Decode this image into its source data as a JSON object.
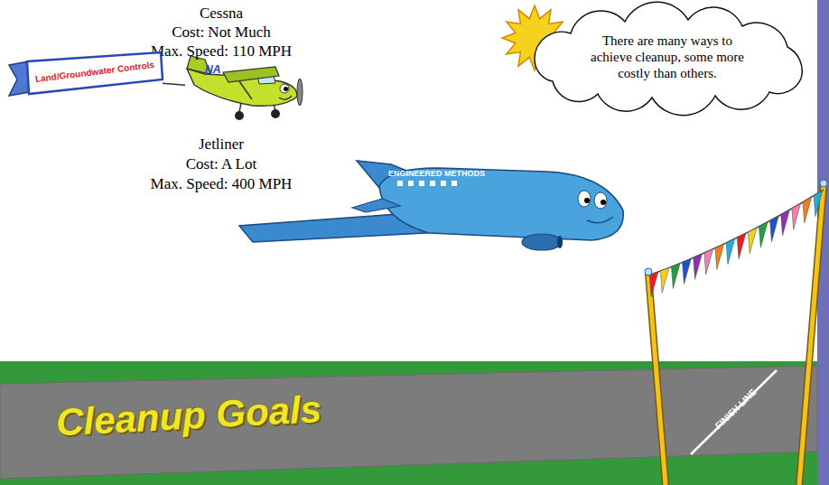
{
  "diagram": {
    "nodes": [
      {
        "text": [
          "Cessna",
          "Cost: Not Much",
          "Max. Speed: 110 MPH",
          "NA"
        ]
      },
      {
        "text": [
          "Land/Groundwater Controls"
        ]
      },
      {
        "text": [
          "There are many ways to achieve cleanup, some more costly than others."
        ]
      },
      {
        "text": [
          "Jetliner",
          "Cost: A Lot",
          "Max. Speed: 400 MPH",
          "ENGINEERED METHODS"
        ]
      },
      {
        "text": [
          "Cleanup Goals",
          "FINISH LINE"
        ]
      }
    ],
    "edges": [
      {
        "from": 1,
        "to": 0,
        "arrow": "none"
      }
    ]
  }
}
